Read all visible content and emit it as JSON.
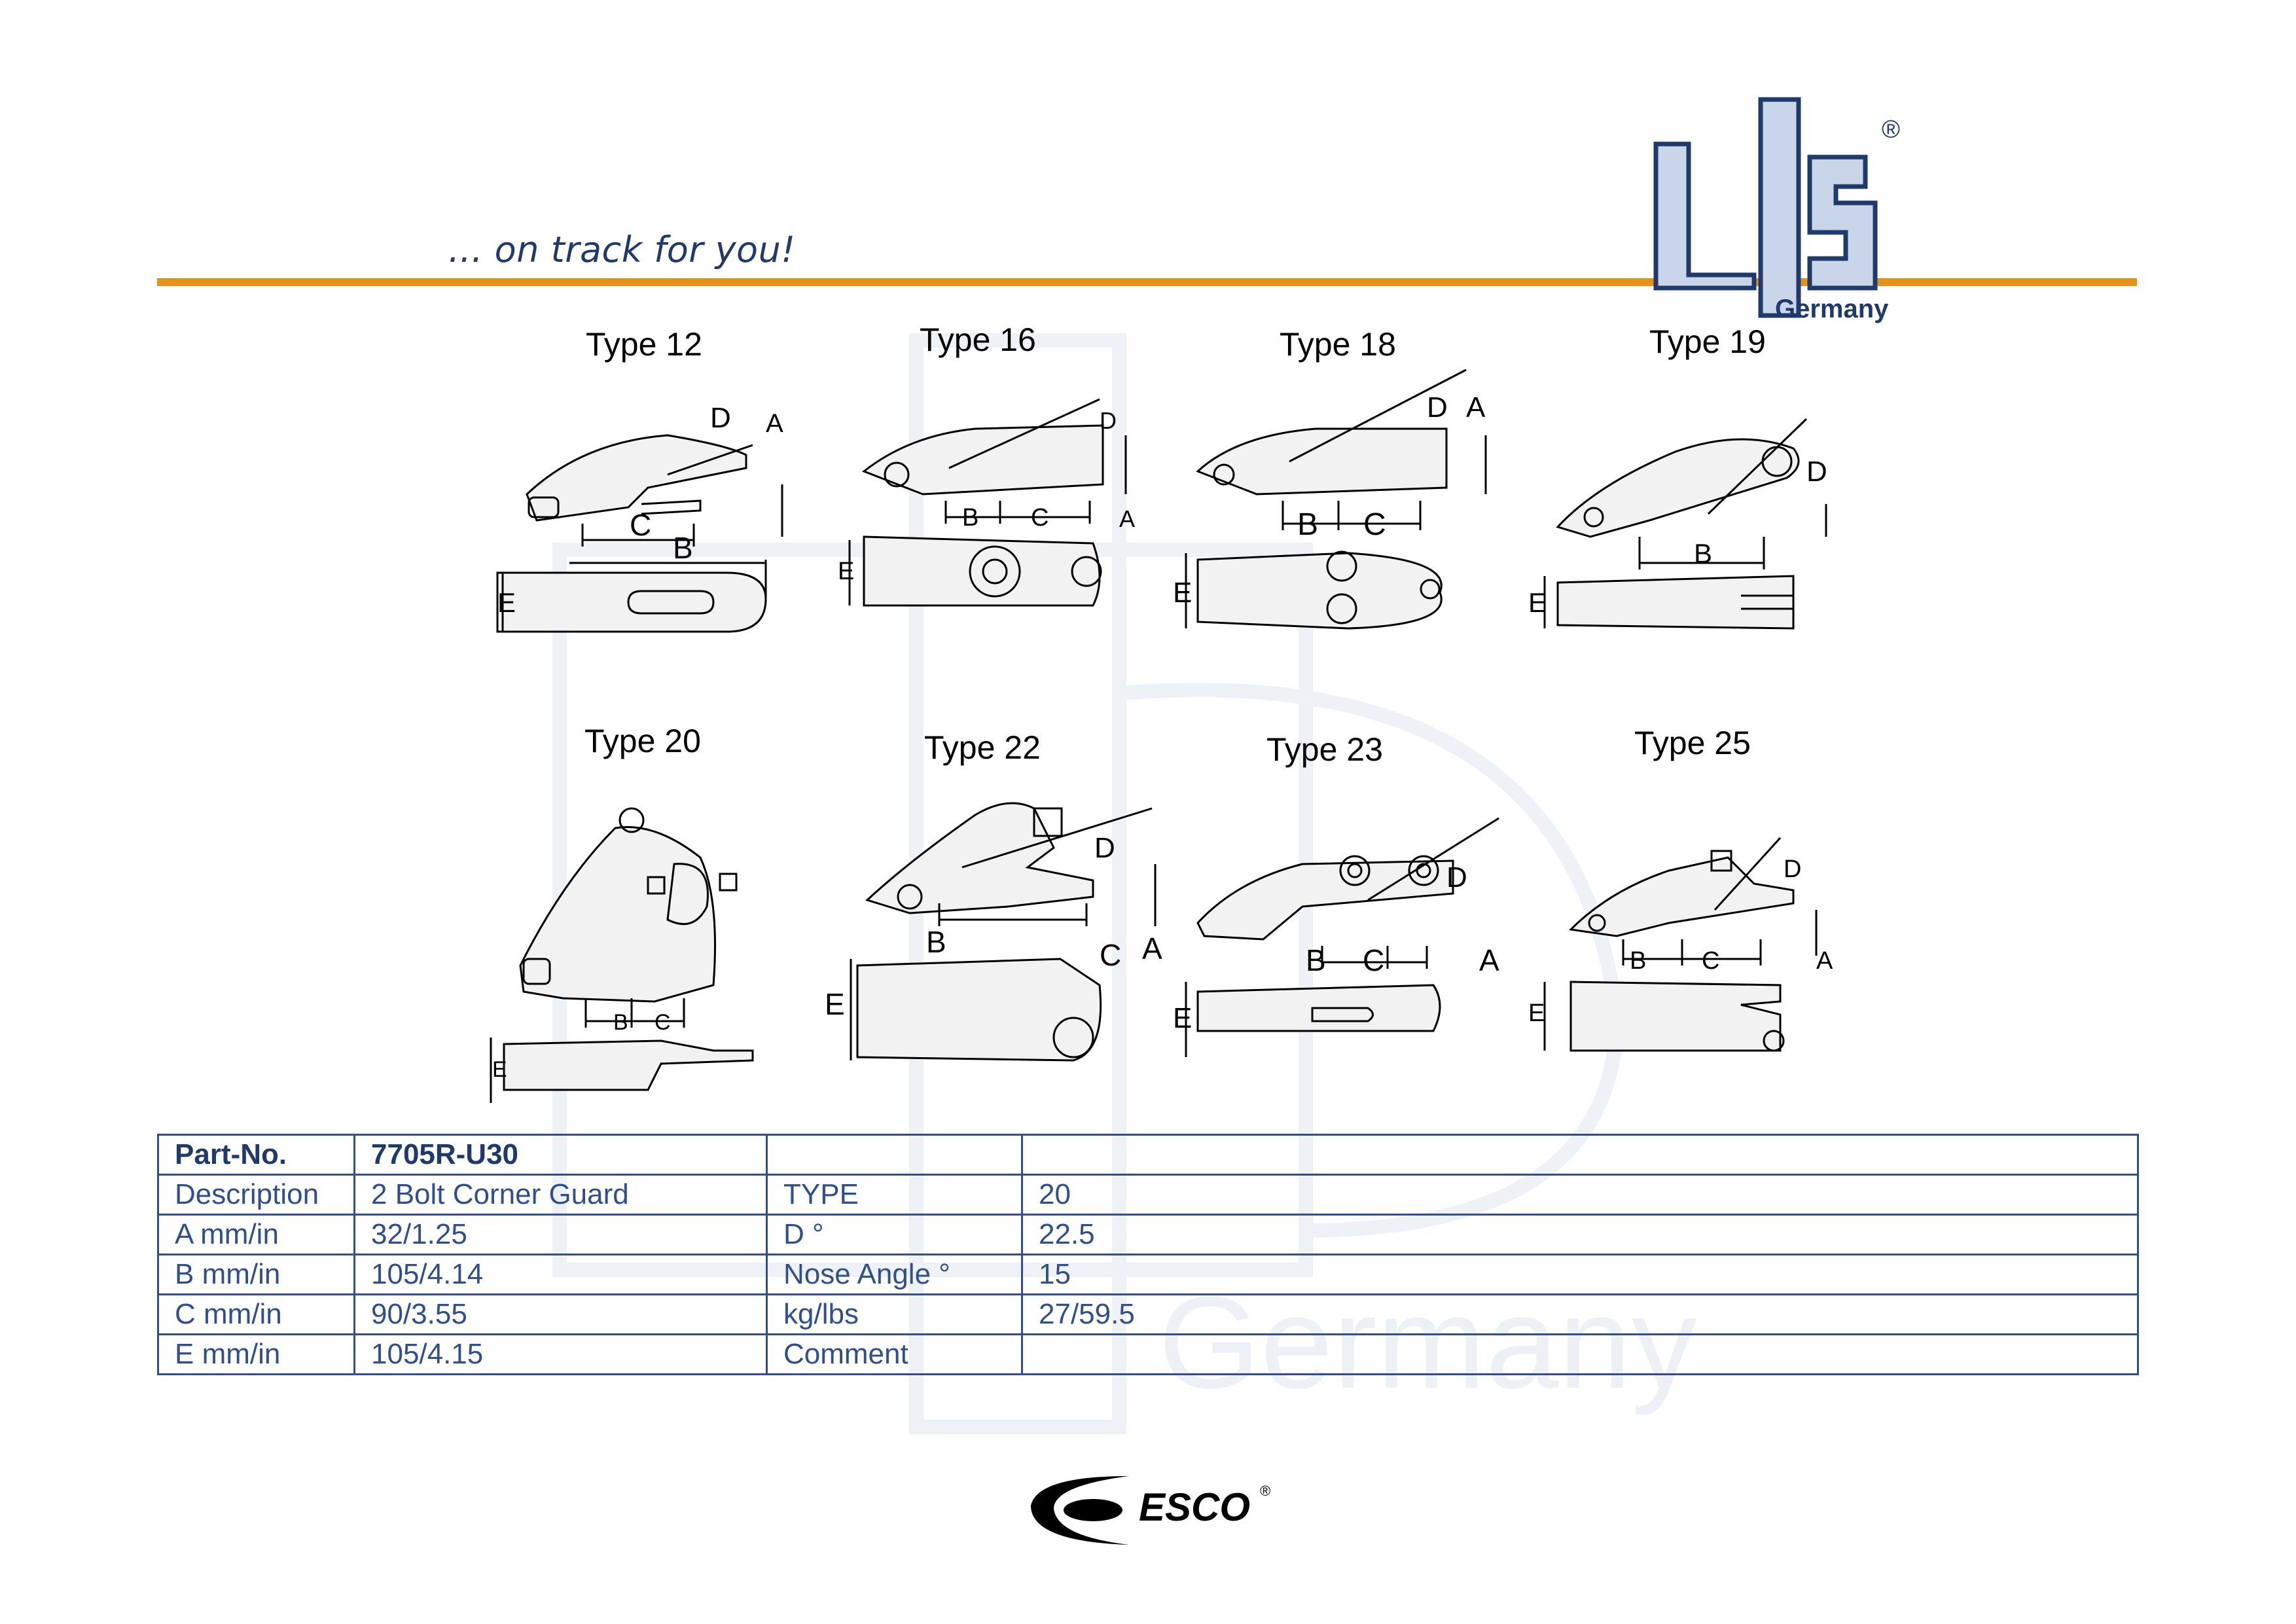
{
  "header": {
    "tagline": "... on track for you!",
    "logo_text": "LIS",
    "logo_subtext": "Germany",
    "logo_registered": "®",
    "colors": {
      "accent": "#e8901c",
      "brand": "#1f3a6b",
      "logo_fill": "#c9d5e8"
    }
  },
  "watermark_text": "Germany",
  "types": [
    {
      "label": "Type 12"
    },
    {
      "label": "Type 16"
    },
    {
      "label": "Type 18"
    },
    {
      "label": "Type 19"
    },
    {
      "label": "Type 20"
    },
    {
      "label": "Type 22"
    },
    {
      "label": "Type 23"
    },
    {
      "label": "Type 25"
    }
  ],
  "dims": {
    "a": "A",
    "b": "B",
    "c": "C",
    "d": "D",
    "e": "E"
  },
  "table": {
    "rows": [
      [
        "Part-No.",
        "7705R-U30",
        "",
        ""
      ],
      [
        "Description",
        "2 Bolt Corner Guard",
        "TYPE",
        "20"
      ],
      [
        "A mm/in",
        "32/1.25",
        "D °",
        "22.5"
      ],
      [
        "B mm/in",
        "105/4.14",
        "Nose Angle °",
        "15"
      ],
      [
        "C mm/in",
        "90/3.55",
        "kg/lbs",
        "27/59.5"
      ],
      [
        "E mm/in",
        "105/4.15",
        "Comment",
        ""
      ]
    ]
  },
  "footer": {
    "brand": "ESCO",
    "registered": "®"
  }
}
